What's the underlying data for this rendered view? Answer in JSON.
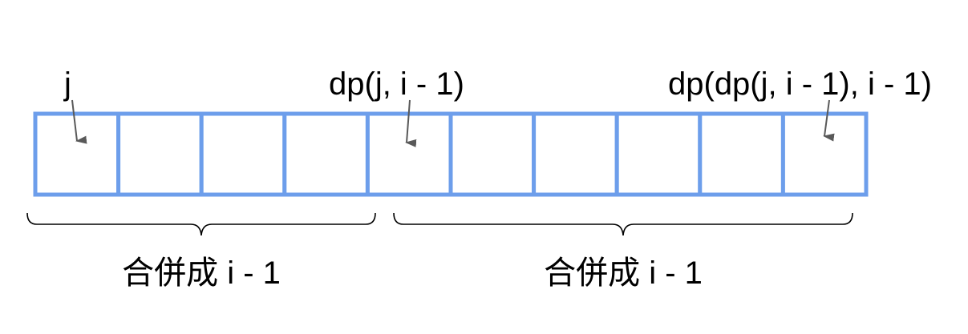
{
  "array": {
    "cell_count": 10,
    "stroke_color": "#6d9eeb"
  },
  "pointers": [
    {
      "label": "j",
      "cell": 0
    },
    {
      "label": "dp(j, i - 1)",
      "cell": 4
    },
    {
      "label": "dp(dp(j, i - 1), i - 1)",
      "cell": 9
    }
  ],
  "pointer_color": "#595959",
  "groups": [
    {
      "label": "合併成 i - 1",
      "from_cell": 0,
      "to_cell": 3
    },
    {
      "label": "合併成 i - 1",
      "from_cell": 4,
      "to_cell": 9
    }
  ]
}
